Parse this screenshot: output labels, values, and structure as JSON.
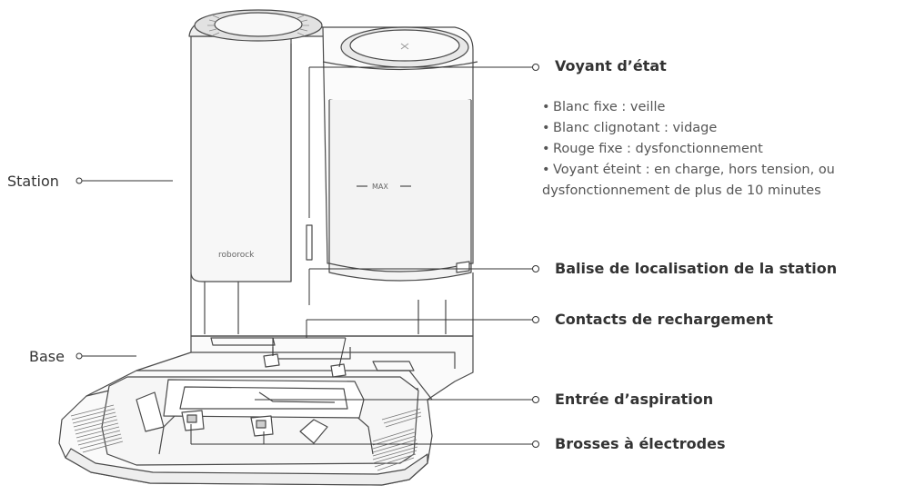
{
  "product": {
    "logo_text": "roborock",
    "max_mark": "MAX"
  },
  "side_labels": {
    "station": "Station",
    "base": "Base"
  },
  "callouts": {
    "status_light": {
      "title": "Voyant d’état",
      "bullets": [
        "Blanc fixe : veille",
        "Blanc clignotant : vidage",
        "Rouge fixe : dysfonctionnement",
        "Voyant éteint : en charge, hors tension, ou",
        "dysfonctionnement de plus de 10 minutes"
      ]
    },
    "beacon": "Balise de localisation de la station",
    "charging_contacts": "Contacts de rechargement",
    "suction_inlet": "Entrée d’aspiration",
    "electrode_brushes": "Brosses à électrodes"
  }
}
